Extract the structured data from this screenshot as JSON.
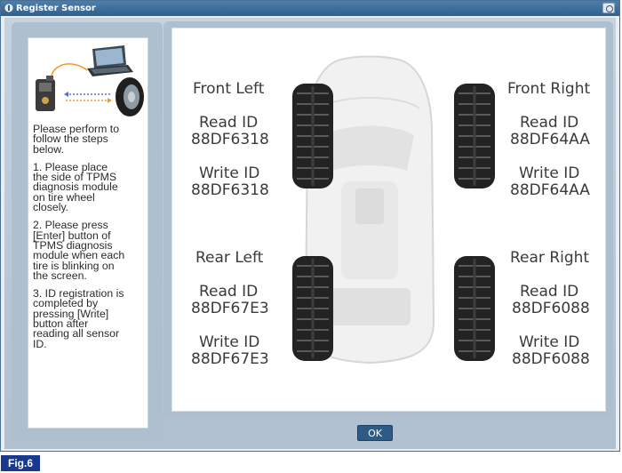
{
  "window": {
    "title": "Register Sensor"
  },
  "instructions": {
    "intro": "Please perform to\nfollow the steps\nbelow.",
    "steps": [
      "1. Please place\nthe side of TPMS\ndiagnosis module\non tire wheel\nclosely.",
      "2. Please press\n[Enter] button of\nTPMS diagnosis\nmodule when each\ntire is blinking on\nthe screen.",
      "3. ID registration is\ncompleted by\npressing [Write]\nbutton after\nreading all sensor\nID."
    ]
  },
  "tires": {
    "front_left": {
      "name": "Front Left",
      "read_label": "Read ID",
      "read_id": "88DF6318",
      "write_label": "Write ID",
      "write_id": "88DF6318"
    },
    "front_right": {
      "name": "Front Right",
      "read_label": "Read ID",
      "read_id": "88DF64AA",
      "write_label": "Write ID",
      "write_id": "88DF64AA"
    },
    "rear_left": {
      "name": "Rear Left",
      "read_label": "Read ID",
      "read_id": "88DF67E3",
      "write_label": "Write ID",
      "write_id": "88DF67E3"
    },
    "rear_right": {
      "name": "Rear Right",
      "read_label": "Read ID",
      "read_id": "88DF6088",
      "write_label": "Write ID",
      "write_id": "88DF6088"
    }
  },
  "buttons": {
    "ok": "OK"
  },
  "figure_label": "Fig.6",
  "colors": {
    "titlebar": "#3a6a98",
    "ok_button": "#2e5a86",
    "figure_tag": "#18398e"
  }
}
